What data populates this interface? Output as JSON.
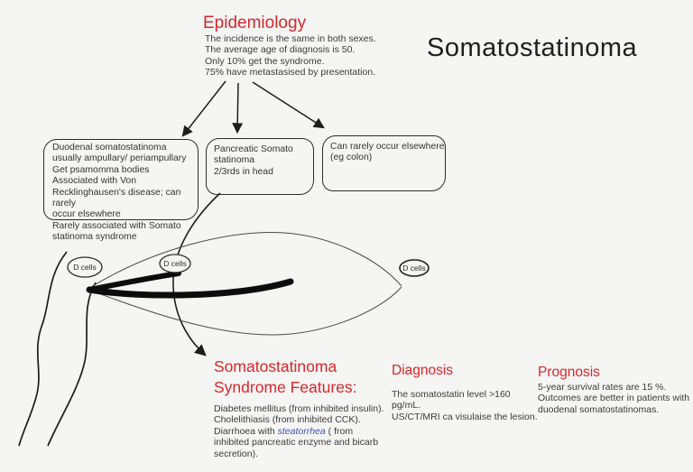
{
  "colors": {
    "background": "#f5f5f3",
    "accent_red": "#d8262b",
    "ink": "#2b2b2b",
    "link_blue": "#3f51b5"
  },
  "title": "Somatostatinoma",
  "epidemiology": {
    "heading": "Epidemiology",
    "lines": [
      "The incidence is the same in both sexes.",
      "The average age of diagnosis is 50.",
      "Only 10% get the syndrome.",
      "75% have metastasised by presentation."
    ]
  },
  "nodes": {
    "duodenal": {
      "lines": [
        "Duodenal somatostatinoma",
        "usually ampullary/ periampullary",
        "Get psamomma bodies",
        "Associated with Von",
        "Recklinghausen's disease; can rarely",
        "occur elsewhere",
        "Rarely associated with Somato",
        "statinoma syndrome"
      ]
    },
    "pancreatic": {
      "lines": [
        "Pancreatic Somato",
        "statinoma",
        "2/3rds in head"
      ]
    },
    "elsewhere": {
      "lines": [
        "Can rarely occur elsewhere",
        "(eg colon)"
      ]
    }
  },
  "diagram": {
    "d_cells_label": "D cells"
  },
  "syndrome": {
    "heading_line1": "Somatostatinoma",
    "heading_line2": "Syndrome Features:",
    "line1": "Diabetes mellitus (from inhibited insulin).",
    "line2": "Cholelithiasis (from inhibited CCK).",
    "line3_pre": "Diarrhoea with ",
    "line3_term": "steatorrhea",
    "line3_post": " ( from",
    "line4": "inhibited pancreatic enzyme and bicarb",
    "line5": "secretion)."
  },
  "diagnosis": {
    "heading": "Diagnosis",
    "lines": [
      "The somatostatin level >160",
      "pg/mL.",
      "US/CT/MRI ca visulaise the lesion."
    ]
  },
  "prognosis": {
    "heading": "Prognosis",
    "lines": [
      "5-year survival rates are 15 %.",
      "Outcomes are better in patients with",
      "duodenal somatostatinomas."
    ]
  }
}
